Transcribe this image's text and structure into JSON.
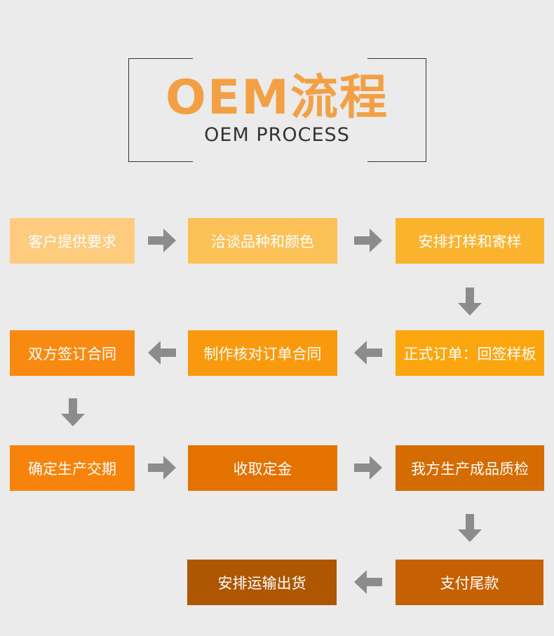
{
  "header": {
    "title": "OEM流程",
    "subtitle": "OEM PROCESS"
  },
  "colors": {
    "background": "#ebebeb",
    "title": "#f3a044",
    "arrow": "#8c8c8c",
    "frame": "#333333"
  },
  "steps": [
    {
      "label": "客户提供要求",
      "color": "#fecb7f"
    },
    {
      "label": "洽谈品种和颜色",
      "color": "#fcc157"
    },
    {
      "label": "安排打样和寄样",
      "color": "#fbb32e"
    },
    {
      "label": "正式订单：回签样板",
      "color": "#fba60f"
    },
    {
      "label": "制作核对订单合同",
      "color": "#f99a0e"
    },
    {
      "label": "双方签订合同",
      "color": "#f98a11"
    },
    {
      "label": "确定生产交期",
      "color": "#f7830a"
    },
    {
      "label": "收取定金",
      "color": "#e47201"
    },
    {
      "label": "我方生产成品质检",
      "color": "#d56c01"
    },
    {
      "label": "支付尾款",
      "color": "#c56003"
    },
    {
      "label": "安排运输出货",
      "color": "#ae5601"
    }
  ]
}
